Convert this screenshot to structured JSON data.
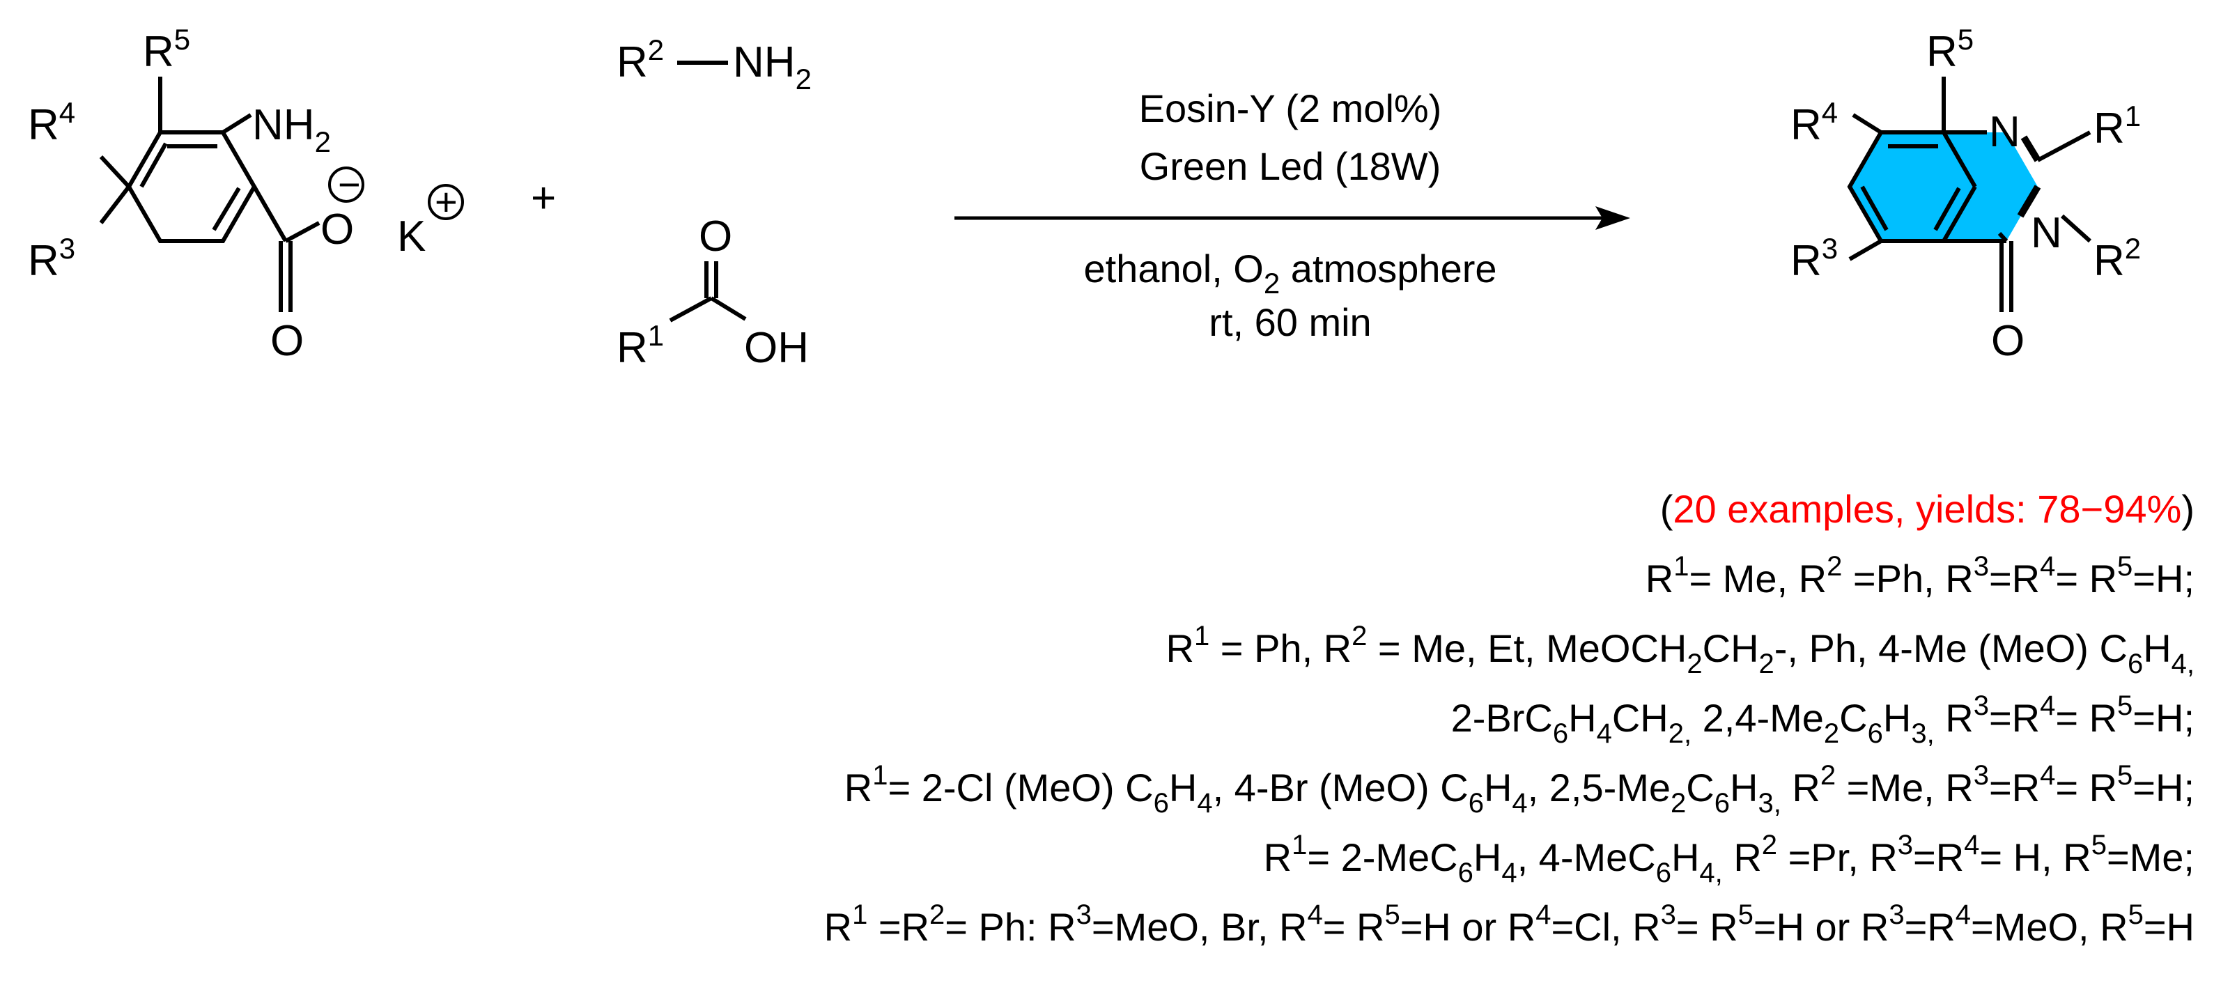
{
  "reactant_anthranilate": {
    "labels": {
      "r5": "R",
      "r5_sup": "5",
      "r4": "R",
      "r4_sup": "4",
      "r3": "R",
      "r3_sup": "3",
      "nh": "NH",
      "nh_sub": "2",
      "o_minus": "O",
      "o_carbonyl": "O",
      "k": "K"
    },
    "charges": {
      "minus": "−",
      "plus": "+"
    }
  },
  "plus_sign": "+",
  "reactant_amine": {
    "r": "R",
    "r_sup": "2",
    "nh": "NH",
    "nh_sub": "2"
  },
  "reactant_acid": {
    "r": "R",
    "r_sup": "1",
    "o_carbonyl": "O",
    "oh": "OH"
  },
  "conditions": {
    "above": [
      "Eosin-Y  (2 mol%)",
      "Green Led (18W)"
    ],
    "below_line1": {
      "a": "ethanol, O",
      "sub": "2",
      "b": " atmosphere"
    },
    "below_line2": "rt, 60 min"
  },
  "product": {
    "labels": {
      "r5": "R",
      "r5_sup": "5",
      "r4": "R",
      "r4_sup": "4",
      "r3": "R",
      "r3_sup": "3",
      "n1": "N",
      "n3": "N",
      "r1": "R",
      "r1_sup": "1",
      "r2": "R",
      "r2_sup": "2",
      "o": "O"
    },
    "colors": {
      "benzo_fill": "#00bfff",
      "pyrimidine_fill": "#00bfff",
      "bond": "#000000"
    }
  },
  "scope": {
    "summary": {
      "open": "(",
      "text": "20 examples, yields: 78−94%",
      "close": ")",
      "color": "#ff0000"
    },
    "line1": [
      {
        "t": "R"
      },
      {
        "t": "1",
        "s": "sup"
      },
      {
        "t": "= Me, R"
      },
      {
        "t": "2",
        "s": "sup"
      },
      {
        "t": " =Ph, R"
      },
      {
        "t": "3",
        "s": "sup"
      },
      {
        "t": "=R"
      },
      {
        "t": "4",
        "s": "sup"
      },
      {
        "t": "= R"
      },
      {
        "t": "5",
        "s": "sup"
      },
      {
        "t": "=H;"
      }
    ],
    "line2": [
      {
        "t": "R"
      },
      {
        "t": "1",
        "s": "sup"
      },
      {
        "t": " = Ph, R"
      },
      {
        "t": "2",
        "s": "sup"
      },
      {
        "t": " = Me, Et, MeOCH"
      },
      {
        "t": "2",
        "s": "sub"
      },
      {
        "t": "CH"
      },
      {
        "t": "2",
        "s": "sub"
      },
      {
        "t": "-, Ph, 4-Me (MeO) C"
      },
      {
        "t": "6",
        "s": "sub"
      },
      {
        "t": "H"
      },
      {
        "t": "4,",
        "s": "sub"
      }
    ],
    "line3": [
      {
        "t": "2-BrC"
      },
      {
        "t": "6",
        "s": "sub"
      },
      {
        "t": "H"
      },
      {
        "t": "4",
        "s": "sub"
      },
      {
        "t": "CH"
      },
      {
        "t": "2,",
        "s": "sub"
      },
      {
        "t": " 2,4-Me"
      },
      {
        "t": "2",
        "s": "sub"
      },
      {
        "t": "C"
      },
      {
        "t": "6",
        "s": "sub"
      },
      {
        "t": "H"
      },
      {
        "t": "3,",
        "s": "sub"
      },
      {
        "t": " R"
      },
      {
        "t": "3",
        "s": "sup"
      },
      {
        "t": "=R"
      },
      {
        "t": "4",
        "s": "sup"
      },
      {
        "t": "= R"
      },
      {
        "t": "5",
        "s": "sup"
      },
      {
        "t": "=H;"
      }
    ],
    "line4": [
      {
        "t": "R"
      },
      {
        "t": "1",
        "s": "sup"
      },
      {
        "t": "= 2-Cl (MeO) C"
      },
      {
        "t": "6",
        "s": "sub"
      },
      {
        "t": "H"
      },
      {
        "t": "4",
        "s": "sub"
      },
      {
        "t": ", 4-Br (MeO) C"
      },
      {
        "t": "6",
        "s": "sub"
      },
      {
        "t": "H"
      },
      {
        "t": "4",
        "s": "sub"
      },
      {
        "t": ", 2,5-Me"
      },
      {
        "t": "2",
        "s": "sub"
      },
      {
        "t": "C"
      },
      {
        "t": "6",
        "s": "sub"
      },
      {
        "t": "H"
      },
      {
        "t": "3,",
        "s": "sub"
      },
      {
        "t": " R"
      },
      {
        "t": "2",
        "s": "sup"
      },
      {
        "t": " =Me, R"
      },
      {
        "t": "3",
        "s": "sup"
      },
      {
        "t": "=R"
      },
      {
        "t": "4",
        "s": "sup"
      },
      {
        "t": "= R"
      },
      {
        "t": "5",
        "s": "sup"
      },
      {
        "t": "=H;"
      }
    ],
    "line5": [
      {
        "t": "R"
      },
      {
        "t": "1",
        "s": "sup"
      },
      {
        "t": "= 2-MeC"
      },
      {
        "t": "6",
        "s": "sub"
      },
      {
        "t": "H"
      },
      {
        "t": "4",
        "s": "sub"
      },
      {
        "t": ", 4-MeC"
      },
      {
        "t": "6",
        "s": "sub"
      },
      {
        "t": "H"
      },
      {
        "t": "4,",
        "s": "sub"
      },
      {
        "t": " R"
      },
      {
        "t": "2",
        "s": "sup"
      },
      {
        "t": " =Pr, R"
      },
      {
        "t": "3",
        "s": "sup"
      },
      {
        "t": "=R"
      },
      {
        "t": "4",
        "s": "sup"
      },
      {
        "t": "= H, R"
      },
      {
        "t": "5",
        "s": "sup"
      },
      {
        "t": "=Me;"
      }
    ],
    "line6": [
      {
        "t": "R"
      },
      {
        "t": "1",
        "s": "sup"
      },
      {
        "t": " =R"
      },
      {
        "t": "2",
        "s": "sup"
      },
      {
        "t": "= Ph:  R"
      },
      {
        "t": "3",
        "s": "sup"
      },
      {
        "t": "=MeO, Br, R"
      },
      {
        "t": "4",
        "s": "sup"
      },
      {
        "t": "= R"
      },
      {
        "t": "5",
        "s": "sup"
      },
      {
        "t": "=H or R"
      },
      {
        "t": "4",
        "s": "sup"
      },
      {
        "t": "=Cl, R"
      },
      {
        "t": "3",
        "s": "sup"
      },
      {
        "t": "= R"
      },
      {
        "t": "5",
        "s": "sup"
      },
      {
        "t": "=H or R"
      },
      {
        "t": "3",
        "s": "sup"
      },
      {
        "t": "=R"
      },
      {
        "t": "4",
        "s": "sup"
      },
      {
        "t": "=MeO,  R"
      },
      {
        "t": "5",
        "s": "sup"
      },
      {
        "t": "=H"
      }
    ]
  }
}
